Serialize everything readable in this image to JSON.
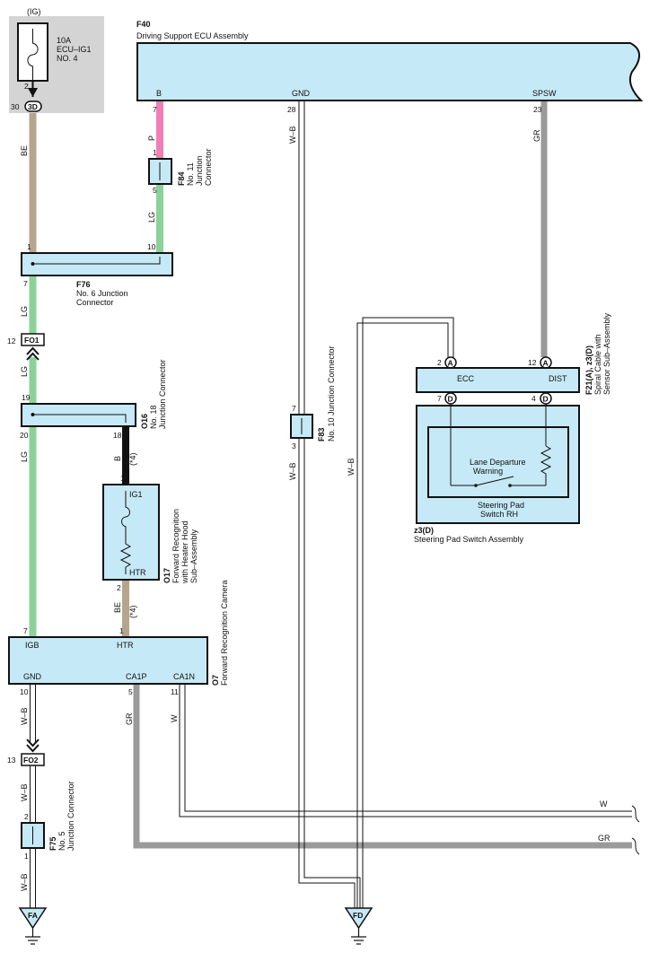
{
  "fuse": {
    "ig_label": "(IG)",
    "rating": "10A",
    "name": "ECU–IG1",
    "number": "NO. 4",
    "pin_2": "2",
    "pin_30": "30",
    "connector_3d": "3D"
  },
  "f40": {
    "id": "F40",
    "name": "Driving Support ECU Assembly",
    "term_b": "B",
    "term_gnd": "GND",
    "term_spsw": "SPSW",
    "pin_b": "7",
    "pin_gnd": "28",
    "pin_spsw": "23"
  },
  "f84": {
    "id": "F84",
    "name_line1": "No. 11",
    "name_line2": "Junction",
    "name_line3": "Connector",
    "pin_top": "1",
    "pin_bottom": "5"
  },
  "f76_upper": {
    "id": "F76",
    "name_line1": "No.  6 Junction",
    "name_line2": "Connector",
    "pin_left_top": "1",
    "pin_right_top": "10",
    "pin_left_bottom": "7"
  },
  "fo1": {
    "label": "FO1",
    "pin": "12"
  },
  "o16": {
    "id": "O16",
    "name_line1": "No.  18",
    "name_line2": "Junction Connector",
    "pin_top": "19",
    "pin_left_bottom": "20",
    "pin_right_bottom": "18"
  },
  "o17": {
    "id": "O17",
    "name_line1": "Forward Recognition",
    "name_line2": "with Heater Hood",
    "name_line3": "Sub–Assembly",
    "term_ig1": "IG1",
    "term_htr": "HTR",
    "pin_top": "1",
    "pin_bottom": "2"
  },
  "o7": {
    "id": "O7",
    "name": "Forward Recognition Camera",
    "term_igb": "IGB",
    "term_htr": "HTR",
    "term_gnd": "GND",
    "term_ca1p": "CA1P",
    "term_ca1n": "CA1N",
    "pin_igb": "7",
    "pin_htr": "1",
    "pin_gnd": "10",
    "pin_ca1p": "5",
    "pin_ca1n": "11"
  },
  "fo2": {
    "label": "FO2",
    "pin": "13"
  },
  "f75": {
    "id": "F75",
    "name_line1": "No.  5",
    "name_line2": "Junction Connector",
    "pin_top": "2",
    "pin_bottom": "1"
  },
  "f83": {
    "id": "F83",
    "name": "No. 10 Junction Connector",
    "pin_top": "7",
    "pin_bottom": "3"
  },
  "f21": {
    "id": "F21(A), z3(D)",
    "name_line1": "Spiral Cable with",
    "name_line2": "Sensor Sub–Assembly",
    "term_ecc": "ECC",
    "term_dist": "DIST",
    "pin_ecc": "2",
    "pin_dist": "12",
    "conn_a": "A",
    "conn_d": "D",
    "pin_ecc_d": "7",
    "pin_dist_d": "4"
  },
  "z3": {
    "id": "z3(D)",
    "name": "Steering Pad Switch Assembly",
    "switch_label_line1": "Lane Departure",
    "switch_label_line2": "Warning",
    "inner_label_line1": "Steering Pad",
    "inner_label_line2": "Switch RH"
  },
  "wires": {
    "be": "BE",
    "lg": "LG",
    "p": "P",
    "b": "B",
    "wb": "W–B",
    "gr": "GR",
    "w": "W",
    "mark4": "(*4)"
  },
  "grounds": {
    "fa": "FA",
    "fd": "FD"
  },
  "colors": {
    "component_fill": "#c5e9f6",
    "wire_be": "#b7a48f",
    "wire_lg": "#8bd19a",
    "wire_p": "#ef7fb4",
    "wire_gr": "#9a9a9a",
    "wire_b": "#111111",
    "fuse_panel": "#d4d4d4"
  }
}
